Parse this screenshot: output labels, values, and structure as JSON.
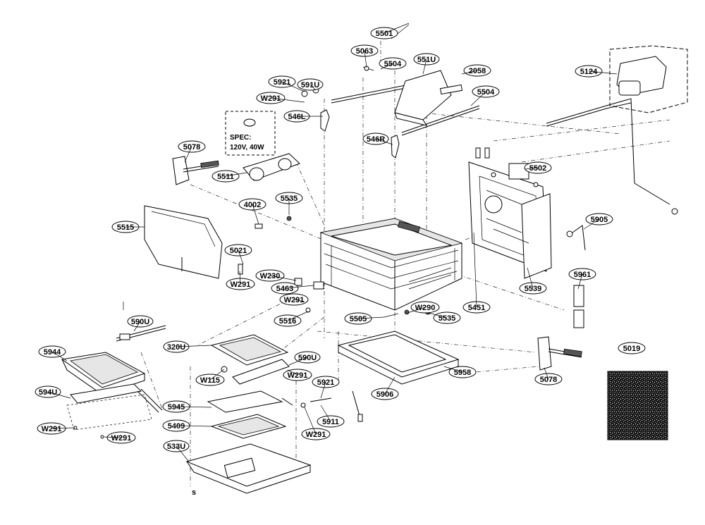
{
  "spec": {
    "line1": "SPEC:",
    "line2": "120V, 40W"
  },
  "labels": {
    "p5501": "5501",
    "p5063": "5063",
    "p5504a": "5504",
    "p551U": "551U",
    "p2058": "2058",
    "p5504b": "5504",
    "p5124": "5124",
    "p5921a": "5921",
    "p591U": "591U",
    "pW291a": "W291",
    "p546L": "546L",
    "p546R": "546R",
    "p5078a": "5078",
    "p5511": "5511",
    "p5502": "5502",
    "p4002": "4002",
    "p5535a": "5535",
    "p5515": "5515",
    "p5905": "5905",
    "p5021": "5021",
    "pW230": "W230",
    "pW291b": "W291",
    "p5463": "5463",
    "p5539": "5539",
    "pW291c": "W291",
    "p5961": "5961",
    "p5516": "5516",
    "p5505": "5505",
    "pW290": "W290",
    "p5535b": "5535",
    "p5451": "5451",
    "p590Ua": "590U",
    "p320U": "320U",
    "p5019": "5019",
    "p5944": "5944",
    "p590Ub": "590U",
    "p5958": "5958",
    "p5078b": "5078",
    "pW115": "W115",
    "pW291d": "W291",
    "p594U": "594U",
    "p5921b": "5921",
    "p5906": "5906",
    "p5945": "5945",
    "p5911": "5911",
    "pW291e": "W291",
    "p5409": "5409",
    "pW291f": "W291",
    "pW291g": "W291",
    "p533U": "533U"
  },
  "colors": {
    "ink": "#000000",
    "paper": "#ffffff",
    "swatch": "#1a1a1a"
  }
}
